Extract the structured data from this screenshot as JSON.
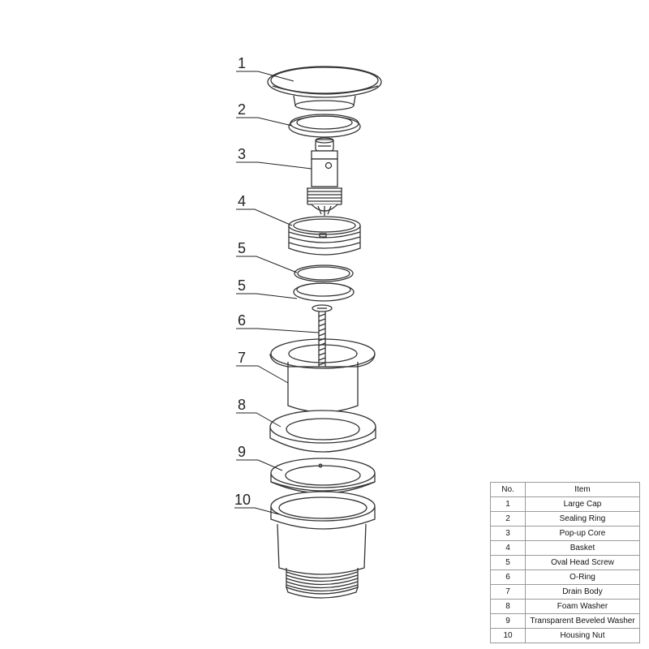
{
  "callouts": [
    "1",
    "2",
    "3",
    "4",
    "5",
    "5",
    "6",
    "7",
    "8",
    "9",
    "10"
  ],
  "table": {
    "headers": {
      "no": "No.",
      "item": "Item"
    },
    "rows": [
      {
        "no": "1",
        "item": "Large Cap"
      },
      {
        "no": "2",
        "item": "Sealing Ring"
      },
      {
        "no": "3",
        "item": "Pop-up Core"
      },
      {
        "no": "4",
        "item": "Basket"
      },
      {
        "no": "5",
        "item": "Oval Head Screw"
      },
      {
        "no": "6",
        "item": "O-Ring"
      },
      {
        "no": "7",
        "item": "Drain Body"
      },
      {
        "no": "8",
        "item": "Foam Washer"
      },
      {
        "no": "9",
        "item": "Transparent Beveled Washer"
      },
      {
        "no": "10",
        "item": "Housing Nut"
      }
    ]
  }
}
